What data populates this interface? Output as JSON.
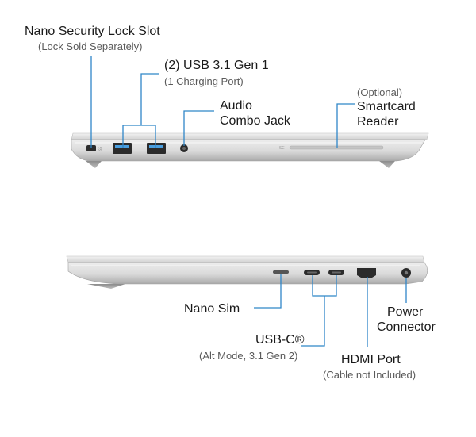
{
  "left_side": {
    "lock_slot": {
      "title": "Nano Security Lock Slot",
      "note": "(Lock Sold Separately)"
    },
    "usb_a": {
      "title": "(2) USB 3.1 Gen 1",
      "note": "(1 Charging Port)"
    },
    "audio": {
      "line1": "Audio",
      "line2": "Combo Jack"
    },
    "smartcard": {
      "note": "(Optional)",
      "line1": "Smartcard",
      "line2": "Reader"
    }
  },
  "right_side": {
    "nano_sim": {
      "title": "Nano Sim"
    },
    "usb_c": {
      "title": "USB-C®",
      "note": "(Alt Mode, 3.1 Gen 2)"
    },
    "hdmi": {
      "title": "HDMI Port",
      "note": "(Cable not Included)"
    },
    "power": {
      "line1": "Power",
      "line2": "Connector"
    }
  },
  "colors": {
    "callout_line": "#2f86c8",
    "chassis_light": "#e6e6e6",
    "chassis_dark": "#9a9a9a",
    "port": "#2b2b2b"
  }
}
